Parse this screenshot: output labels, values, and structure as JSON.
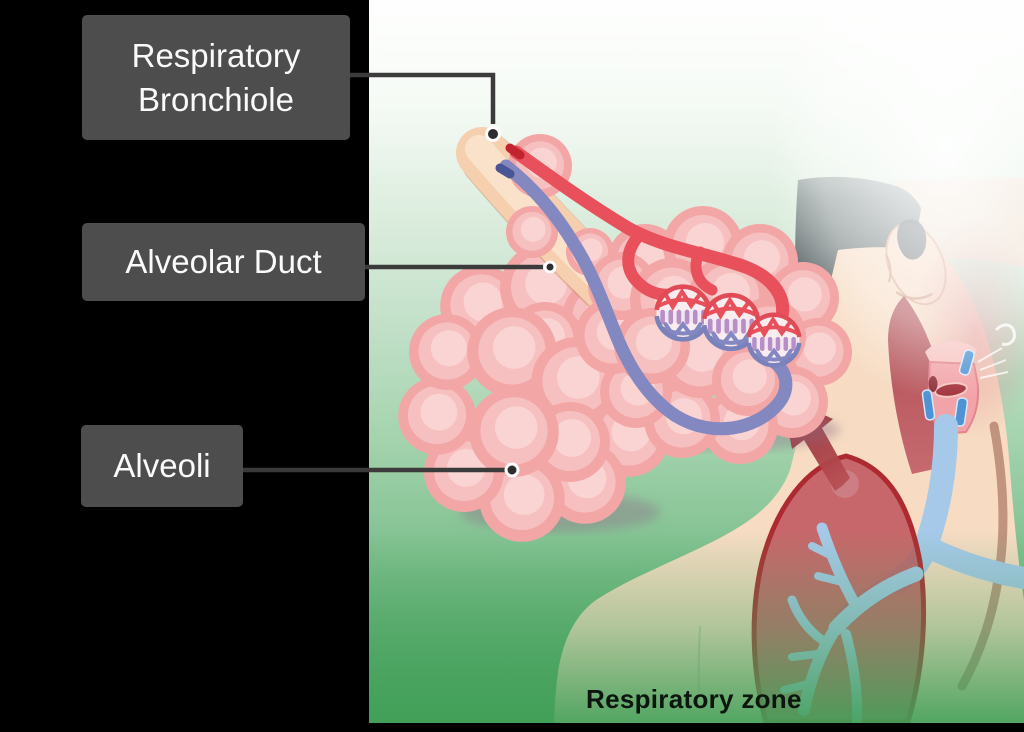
{
  "figure": {
    "caption": "Respiratory zone"
  },
  "labels": [
    {
      "id": "respiratory-bronchiole",
      "text": "Respiratory Bronchiole"
    },
    {
      "id": "alveolar-duct",
      "text": "Alveolar Duct"
    },
    {
      "id": "alveoli",
      "text": "Alveoli"
    }
  ],
  "colors": {
    "panel_bg": "#000000",
    "label_box_bg": "#4d4d4d",
    "label_text": "#fafafa",
    "leader_line": "#3b3b3b",
    "leader_dot": "#2d2d2d",
    "leader_dot_ring": "#ffffff",
    "caption_text": "#0d150f",
    "bg_top": "#f7fbf6",
    "bg_bottom": "#47a25d",
    "skin": "#f7dcc3",
    "hair": "#3d4447",
    "alveoli_outer": "#f3a6a6",
    "alveoli_mid": "#f7c0c0",
    "alveoli_inner": "#fad4d2",
    "duct_tube": "#f5cfae",
    "artery_red": "#e8505b",
    "vein_blue": "#8388c1",
    "capillary_purple": "#b78fc7",
    "lung_fill": "#c2575e",
    "lung_outline": "#ae2a31",
    "trachea_blue": "#a6c9e9",
    "arrow_red": "#a83238"
  }
}
